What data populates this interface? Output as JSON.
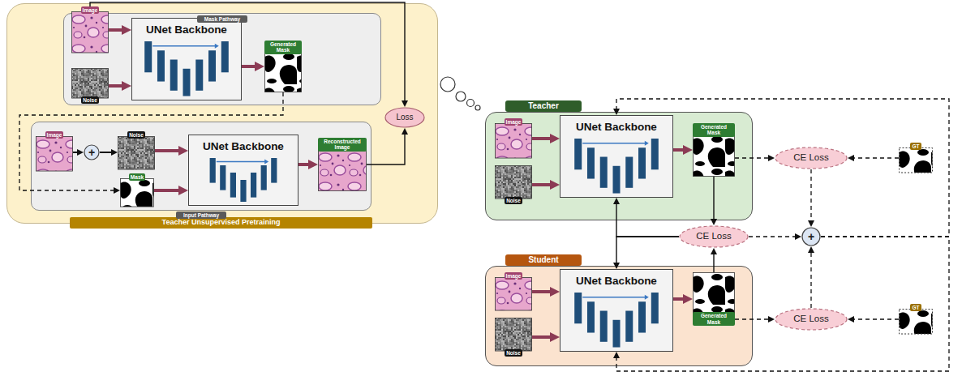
{
  "diagram": {
    "nodes": [
      {
        "text": [
          "Teacher Unsupervised Pretraining"
        ]
      },
      {
        "text": [
          "Mask Pathway"
        ],
        "in": 0
      },
      {
        "text": [
          "Image"
        ],
        "in": 1
      },
      {
        "text": [
          "Noise"
        ],
        "in": 1
      },
      {
        "text": [
          "UNet Backbone"
        ],
        "in": 1
      },
      {
        "text": [
          "Generated Mask"
        ],
        "in": 1
      },
      {
        "text": [
          "Input Pathway"
        ],
        "in": 0
      },
      {
        "text": [
          "Image"
        ],
        "in": 6
      },
      {
        "text": [
          "+"
        ],
        "in": 6
      },
      {
        "text": [
          "Noise"
        ],
        "in": 6
      },
      {
        "text": [
          "Mask"
        ],
        "in": 6
      },
      {
        "text": [
          "UNet Backbone"
        ],
        "in": 6
      },
      {
        "text": [
          "Reconstructed Image"
        ],
        "in": 6
      },
      {
        "text": [
          "Loss"
        ],
        "in": 0
      },
      {
        "text": [
          "Teacher"
        ]
      },
      {
        "text": [
          "Image"
        ],
        "in": 14
      },
      {
        "text": [
          "Noise"
        ],
        "in": 14
      },
      {
        "text": [
          "UNet Backbone"
        ],
        "in": 14
      },
      {
        "text": [
          "Generated Mask"
        ],
        "in": 14
      },
      {
        "text": [
          "CE Loss"
        ]
      },
      {
        "text": [
          "GT"
        ]
      },
      {
        "text": [
          "CE Loss"
        ]
      },
      {
        "text": [
          "+"
        ]
      },
      {
        "text": [
          "Student"
        ]
      },
      {
        "text": [
          "Image"
        ],
        "in": 23
      },
      {
        "text": [
          "Noise"
        ],
        "in": 23
      },
      {
        "text": [
          "UNet Backbone"
        ],
        "in": 23
      },
      {
        "text": [
          "Generated Mask"
        ],
        "in": 23
      },
      {
        "text": [
          "CE Loss"
        ]
      },
      {
        "text": [
          "GT"
        ]
      }
    ],
    "edges": [
      {
        "from": 2,
        "to": 4,
        "arrow": "to"
      },
      {
        "from": 3,
        "to": 4,
        "arrow": "to"
      },
      {
        "from": 4,
        "to": 5,
        "arrow": "to"
      },
      {
        "from": 2,
        "to": 13,
        "arrow": "to"
      },
      {
        "from": 5,
        "to": 10,
        "arrow": "to"
      },
      {
        "from": 7,
        "to": 8,
        "arrow": "to"
      },
      {
        "from": 8,
        "to": 9,
        "arrow": "to"
      },
      {
        "from": 9,
        "to": 11,
        "arrow": "to"
      },
      {
        "from": 10,
        "to": 11,
        "arrow": "to"
      },
      {
        "from": 11,
        "to": 12,
        "arrow": "to"
      },
      {
        "from": 12,
        "to": 13,
        "arrow": "to"
      },
      {
        "from": 15,
        "to": 17,
        "arrow": "to"
      },
      {
        "from": 16,
        "to": 17,
        "arrow": "to"
      },
      {
        "from": 17,
        "to": 18,
        "arrow": "to"
      },
      {
        "from": 18,
        "to": 19,
        "arrow": "to"
      },
      {
        "from": 20,
        "to": 19,
        "arrow": "to"
      },
      {
        "from": 18,
        "to": 21,
        "arrow": "to"
      },
      {
        "from": 27,
        "to": 21,
        "arrow": "to"
      },
      {
        "from": 21,
        "to": 17,
        "arrow": "to"
      },
      {
        "from": 21,
        "to": 26,
        "arrow": "to"
      },
      {
        "from": 19,
        "to": 22,
        "arrow": "to"
      },
      {
        "from": 21,
        "to": 22,
        "arrow": "to"
      },
      {
        "from": 28,
        "to": 22,
        "arrow": "to"
      },
      {
        "from": 24,
        "to": 26,
        "arrow": "to"
      },
      {
        "from": 25,
        "to": 26,
        "arrow": "to"
      },
      {
        "from": 26,
        "to": 27,
        "arrow": "to"
      },
      {
        "from": 27,
        "to": 28,
        "arrow": "to"
      },
      {
        "from": 29,
        "to": 28,
        "arrow": "to"
      },
      {
        "from": 22,
        "to": 17,
        "arrow": "to"
      },
      {
        "from": 22,
        "to": 26,
        "arrow": "to"
      }
    ]
  }
}
